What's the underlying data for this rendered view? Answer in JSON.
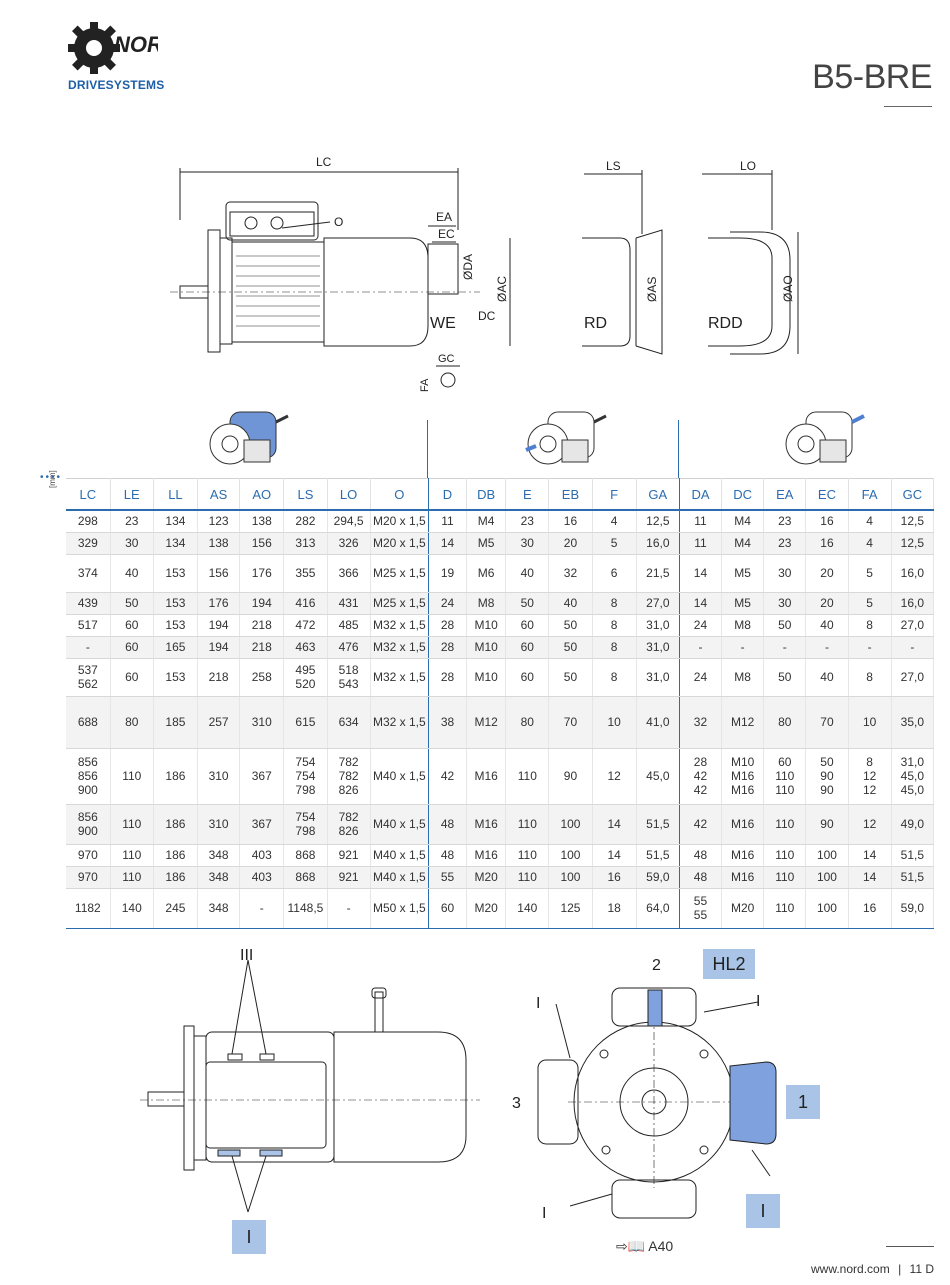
{
  "header": {
    "brand": "NORD",
    "brand_sub": "DRIVESYSTEMS",
    "title": "B5-BRE"
  },
  "drawing_labels": {
    "lc": "LC",
    "ls": "LS",
    "lo": "LO",
    "o": "O",
    "ea": "EA",
    "ec": "EC",
    "da": "ØDA",
    "ac": "ØAC",
    "as": "ØAS",
    "ao": "ØAO",
    "dc": "DC",
    "we": "WE",
    "rd": "RD",
    "rdd": "RDD",
    "gc": "GC",
    "fa": "FA"
  },
  "table": {
    "unit": "[mm]",
    "columns": [
      "LC",
      "LE",
      "LL",
      "AS",
      "AO",
      "LS",
      "LO",
      "O",
      "D",
      "DB",
      "E",
      "EB",
      "F",
      "GA",
      "DA",
      "DC",
      "EA",
      "EC",
      "FA",
      "GC"
    ],
    "rows": [
      [
        "298",
        "23",
        "134",
        "123",
        "138",
        "282",
        "294,5",
        "M20 x 1,5",
        "11",
        "M4",
        "23",
        "16",
        "4",
        "12,5",
        "11",
        "M4",
        "23",
        "16",
        "4",
        "12,5"
      ],
      [
        "329",
        "30",
        "134",
        "138",
        "156",
        "313",
        "326",
        "M20 x 1,5",
        "14",
        "M5",
        "30",
        "20",
        "5",
        "16,0",
        "11",
        "M4",
        "23",
        "16",
        "4",
        "12,5"
      ],
      [
        "374",
        "40",
        "153",
        "156",
        "176",
        "355",
        "366",
        "M25 x 1,5",
        "19",
        "M6",
        "40",
        "32",
        "6",
        "21,5",
        "14",
        "M5",
        "30",
        "20",
        "5",
        "16,0"
      ],
      [
        "439",
        "50",
        "153",
        "176",
        "194",
        "416",
        "431",
        "M25 x 1,5",
        "24",
        "M8",
        "50",
        "40",
        "8",
        "27,0",
        "14",
        "M5",
        "30",
        "20",
        "5",
        "16,0"
      ],
      [
        "517",
        "60",
        "153",
        "194",
        "218",
        "472",
        "485",
        "M32 x 1,5",
        "28",
        "M10",
        "60",
        "50",
        "8",
        "31,0",
        "24",
        "M8",
        "50",
        "40",
        "8",
        "27,0"
      ],
      [
        "-",
        "60",
        "165",
        "194",
        "218",
        "463",
        "476",
        "M32 x 1,5",
        "28",
        "M10",
        "60",
        "50",
        "8",
        "31,0",
        "-",
        "-",
        "-",
        "-",
        "-",
        "-"
      ],
      [
        "537\n562",
        "60",
        "153",
        "218",
        "258",
        "495\n520",
        "518\n543",
        "M32 x 1,5",
        "28",
        "M10",
        "60",
        "50",
        "8",
        "31,0",
        "24",
        "M8",
        "50",
        "40",
        "8",
        "27,0"
      ],
      [
        "688",
        "80",
        "185",
        "257",
        "310",
        "615",
        "634",
        "M32 x 1,5",
        "38",
        "M12",
        "80",
        "70",
        "10",
        "41,0",
        "32",
        "M12",
        "80",
        "70",
        "10",
        "35,0"
      ],
      [
        "856\n856\n900",
        "110",
        "186",
        "310",
        "367",
        "754\n754\n798",
        "782\n782\n826",
        "M40 x 1,5",
        "42",
        "M16",
        "110",
        "90",
        "12",
        "45,0",
        "28\n42\n42",
        "M10\nM16\nM16",
        "60\n110\n110",
        "50\n90\n90",
        "8\n12\n12",
        "31,0\n45,0\n45,0"
      ],
      [
        "856\n900",
        "110",
        "186",
        "310",
        "367",
        "754\n798",
        "782\n826",
        "M40 x 1,5",
        "48",
        "M16",
        "110",
        "100",
        "14",
        "51,5",
        "42",
        "M16",
        "110",
        "90",
        "12",
        "49,0"
      ],
      [
        "970",
        "110",
        "186",
        "348",
        "403",
        "868",
        "921",
        "M40 x 1,5",
        "48",
        "M16",
        "110",
        "100",
        "14",
        "51,5",
        "48",
        "M16",
        "110",
        "100",
        "14",
        "51,5"
      ],
      [
        "970",
        "110",
        "186",
        "348",
        "403",
        "868",
        "921",
        "M40 x 1,5",
        "55",
        "M20",
        "110",
        "100",
        "16",
        "59,0",
        "48",
        "M16",
        "110",
        "100",
        "14",
        "51,5"
      ],
      [
        "1182",
        "140",
        "245",
        "348",
        "-",
        "1148,5",
        "-",
        "M50 x 1,5",
        "60",
        "M20",
        "140",
        "125",
        "18",
        "64,0",
        "55\n55",
        "M20",
        "110",
        "100",
        "16",
        "59,0"
      ]
    ]
  },
  "bottom_labels": {
    "iii": "III",
    "i": "I",
    "two": "2",
    "three": "3",
    "hl2": "HL2",
    "one": "1"
  },
  "reference": "A40",
  "footer": {
    "url": "www.nord.com",
    "separator": "|",
    "page": "11 D"
  },
  "colors": {
    "accent": "#2b6cb0",
    "highlight": "#a9c4e6"
  }
}
